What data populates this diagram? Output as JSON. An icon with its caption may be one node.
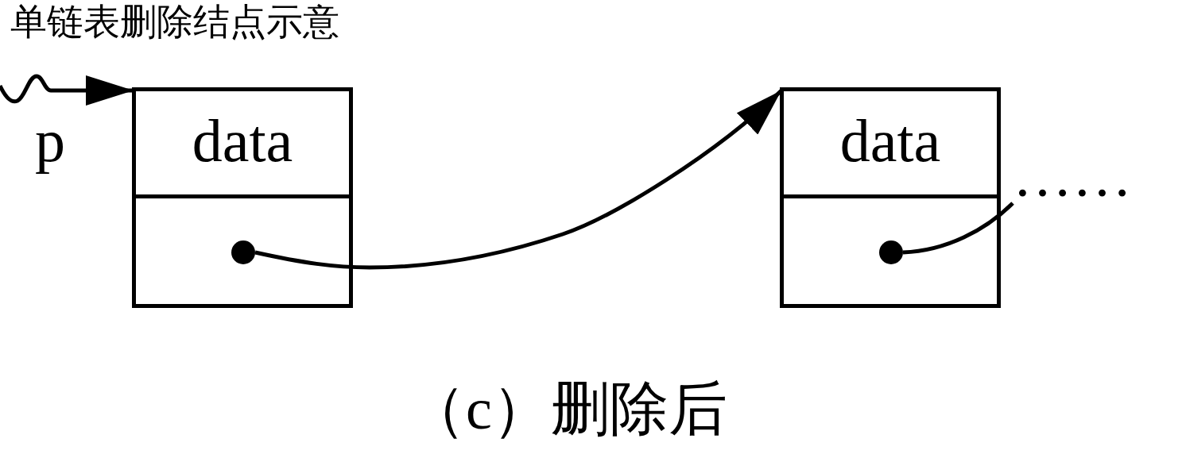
{
  "diagram": {
    "title": "单链表删除结点示意",
    "caption": "（c）删除后",
    "nodes": [
      {
        "text": [
          "data"
        ]
      },
      {
        "text": [],
        "shape": "circle",
        "in": 0
      },
      {
        "text": [
          "data"
        ]
      },
      {
        "text": [],
        "shape": "circle",
        "in": 2
      },
      {
        "text": [
          "……"
        ]
      }
    ],
    "edges": [
      {
        "from": null,
        "to": 0,
        "arrow": "to",
        "label": "p"
      },
      {
        "from": 1,
        "to": 2,
        "arrow": "to"
      },
      {
        "from": 3,
        "to": 4,
        "arrow": "none"
      }
    ]
  }
}
